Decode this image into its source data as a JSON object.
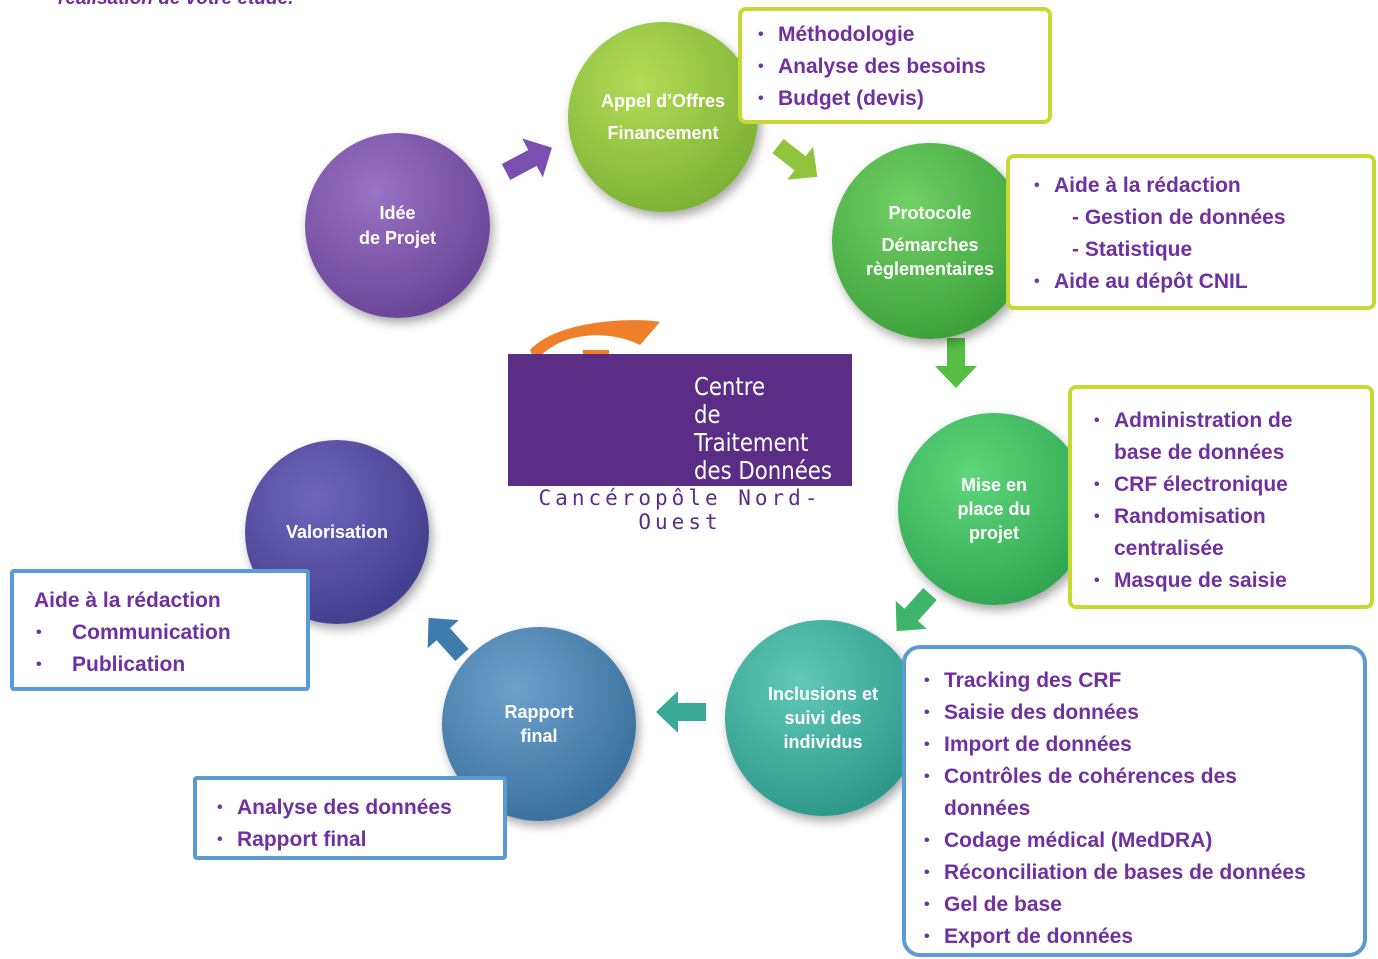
{
  "header": {
    "note": "réalisation de votre étude."
  },
  "steps": {
    "idee": [
      "Idée",
      "de Projet"
    ],
    "appel": [
      "Appel d’Offres",
      "Financement"
    ],
    "protocole": [
      "Protocole",
      "Démarches",
      "règlementaires"
    ],
    "mise": [
      "Mise en",
      "place du",
      "projet"
    ],
    "inclusions": [
      "Inclusions et",
      "suivi des",
      "individus"
    ],
    "rapport": [
      "Rapport",
      "final"
    ],
    "valorisation": [
      "Valorisation"
    ]
  },
  "boxes": {
    "appel": [
      "Méthodologie",
      "Analyse des besoins",
      "Budget (devis)"
    ],
    "protocole": {
      "first": "Aide à la rédaction",
      "sub1": "- Gestion de données",
      "sub2": "- Statistique",
      "last": "Aide au dépôt CNIL"
    },
    "mise": [
      "Administration de",
      "base de données",
      "CRF électronique",
      "Randomisation",
      "centralisée",
      "Masque de saisie"
    ],
    "inclusions": [
      "Tracking des CRF",
      "Saisie des données",
      "Import de données",
      "Contrôles de cohérences des",
      "données",
      "Codage médical (MedDRA)",
      "Réconciliation de bases de données",
      "Gel de base",
      "Export de données"
    ],
    "rapport": [
      "Analyse des données",
      "Rapport final"
    ],
    "valorisation": {
      "heading": "Aide à la rédaction",
      "items": [
        "Communication",
        "Publication"
      ]
    }
  },
  "logo": {
    "line1": "Centre",
    "line2": "de Traitement",
    "line3": "des Données",
    "subtitle": "Cancéropôle Nord-Ouest"
  },
  "colors": {
    "purple_text": "#7030a0",
    "box_green": "#c5d930",
    "box_blue": "#5b9bd5",
    "logo_purple": "#5c2d86"
  }
}
